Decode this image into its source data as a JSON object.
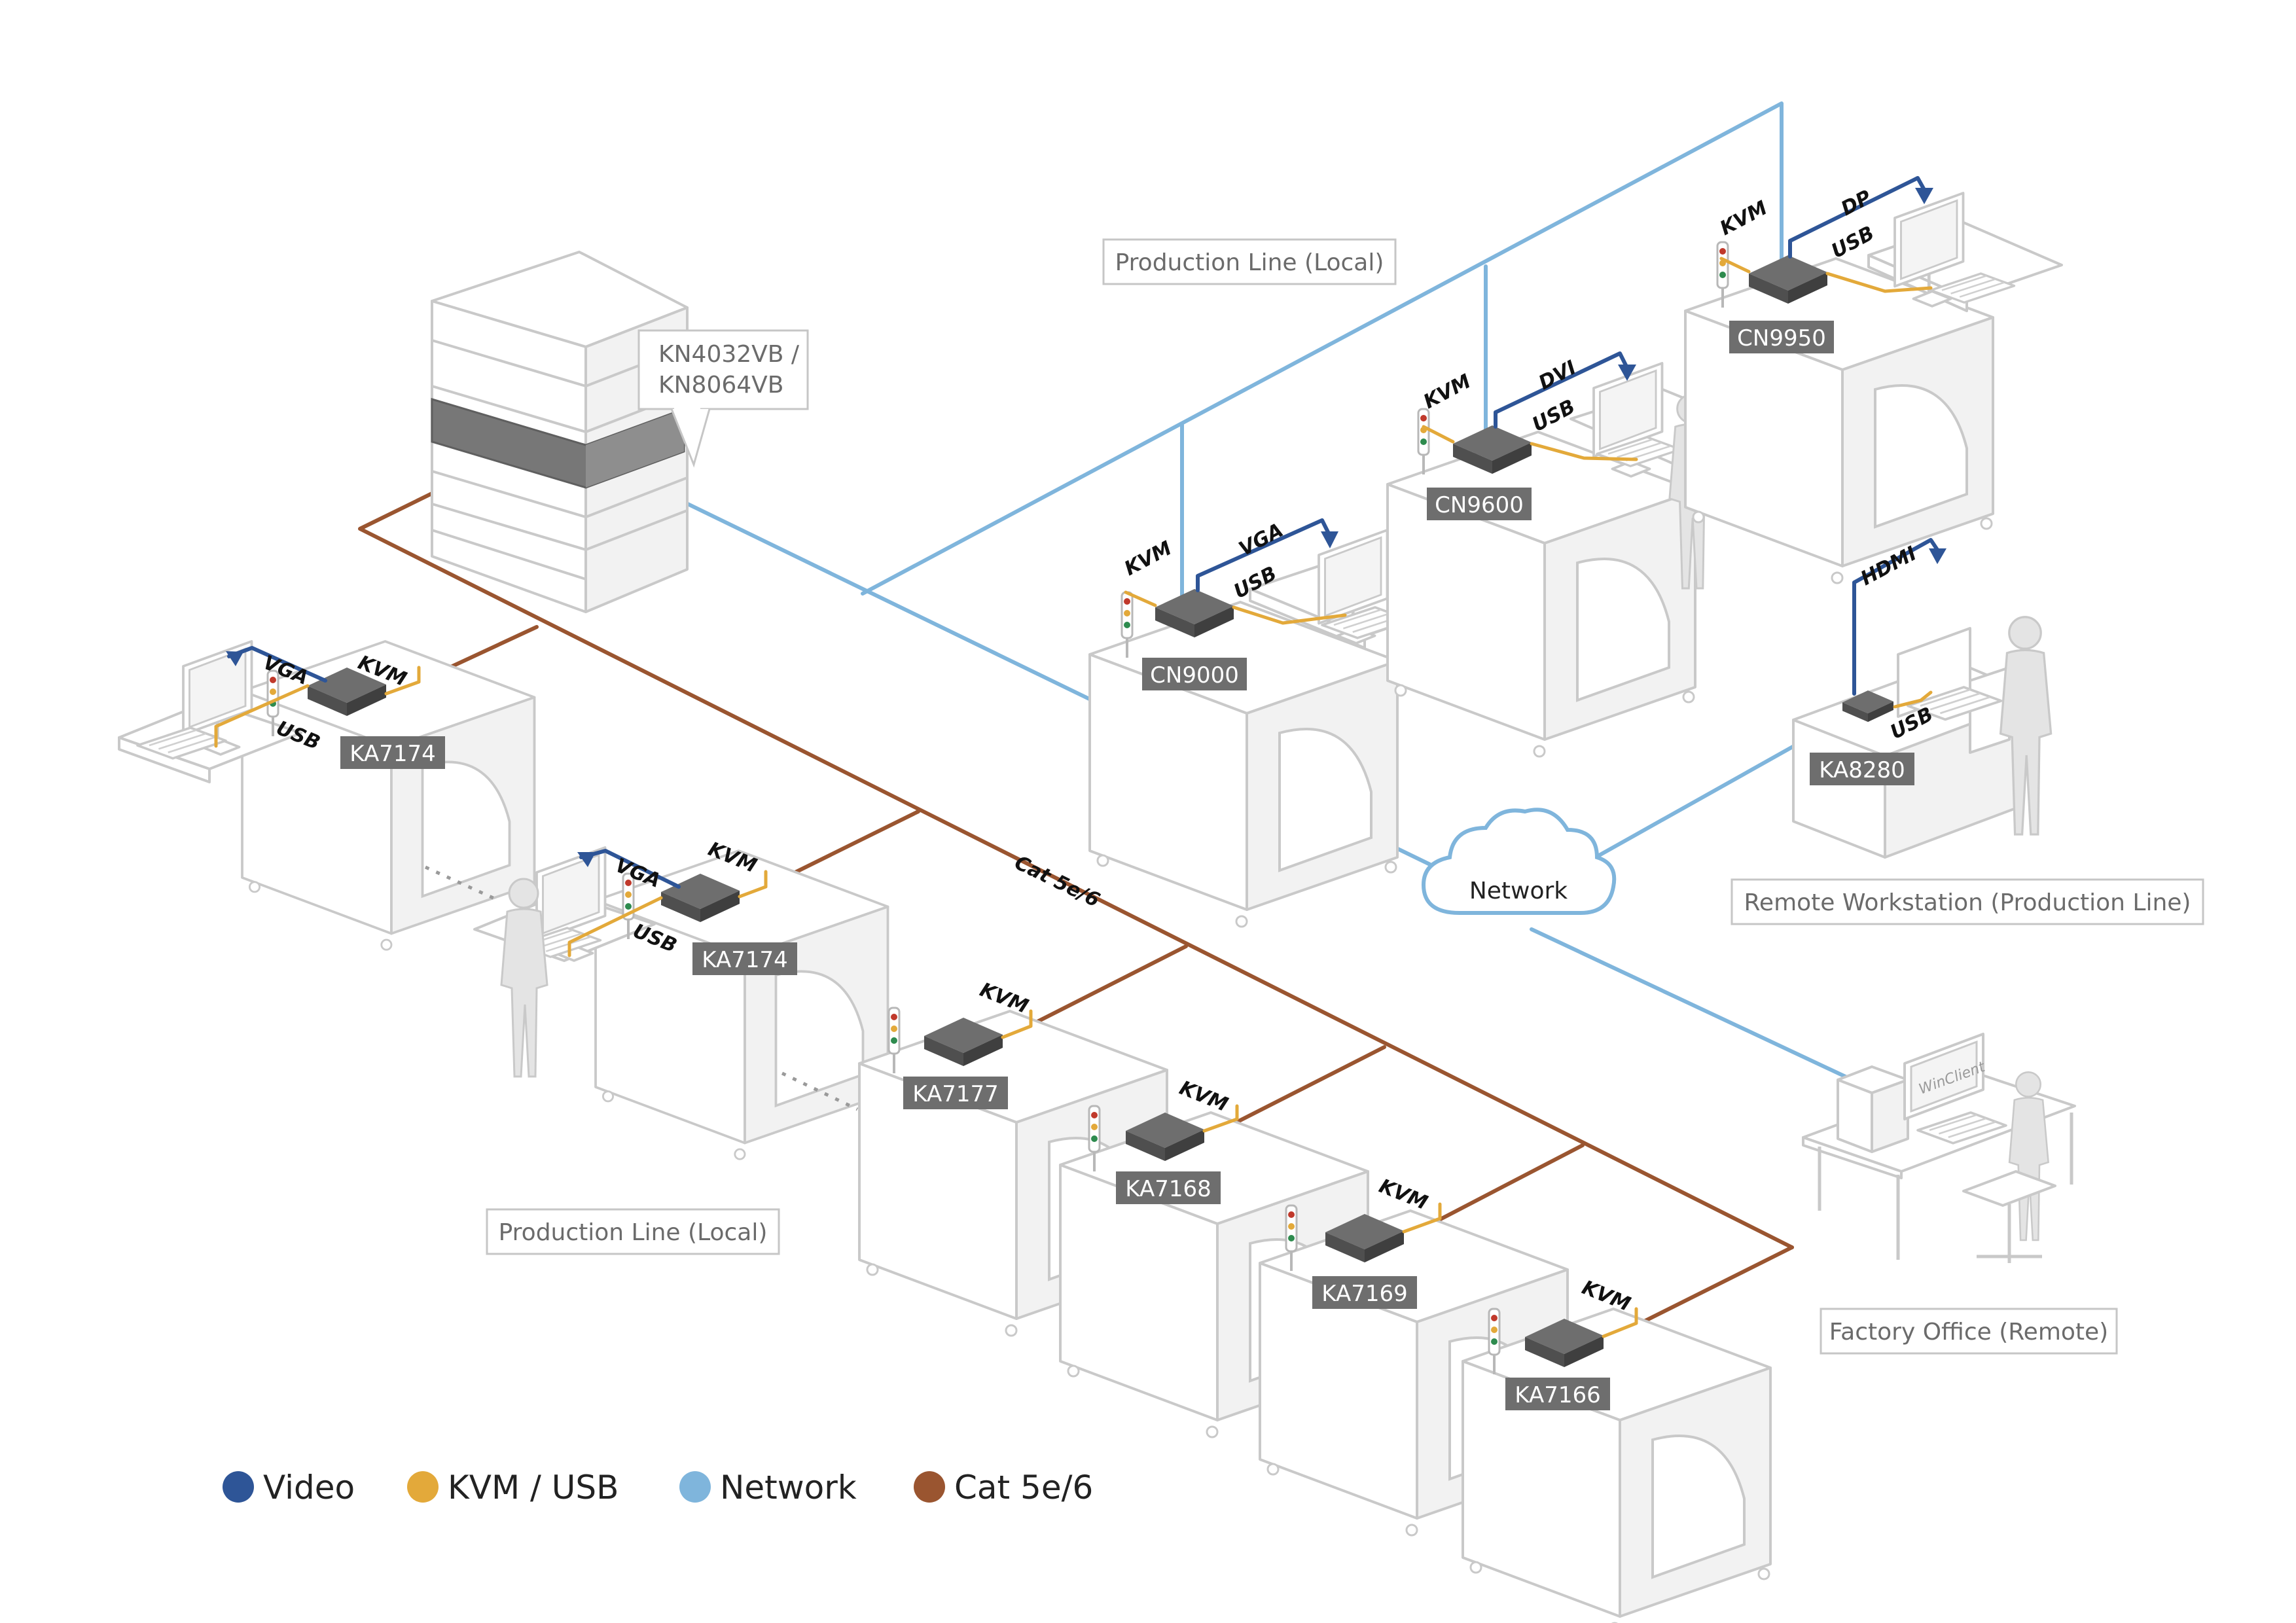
{
  "area_labels": {
    "production_line_top": "Production Line (Local)",
    "production_line_bottom": "Production Line (Local)",
    "remote_workstation": "Remote Workstation (Production Line)",
    "factory_office": "Factory Office (Remote)"
  },
  "rack_label_line1": "KN4032VB /",
  "rack_label_line2": "KN8064VB",
  "devices": {
    "ka7174_a": "KA7174",
    "ka7174_b": "KA7174",
    "ka7177": "KA7177",
    "ka7168": "KA7168",
    "ka7169": "KA7169",
    "ka7166": "KA7166",
    "cn9000": "CN9000",
    "cn9600": "CN9600",
    "cn9950": "CN9950",
    "ka8280": "KA8280"
  },
  "ports": {
    "kvm": "KVM",
    "usb": "USB",
    "vga": "VGA",
    "dvi": "DVI",
    "dp": "DP",
    "hdmi": "HDMI"
  },
  "cable_label": "Cat 5e/6",
  "network_label": "Network",
  "winclient_label": "WinClient",
  "legend": [
    {
      "label": "Video",
      "color": "#2e5597"
    },
    {
      "label": "KVM / USB",
      "color": "#e3a93a"
    },
    {
      "label": "Network",
      "color": "#7fb5dc"
    },
    {
      "label": "Cat 5e/6",
      "color": "#9a5530"
    }
  ],
  "colors": {
    "video": "#2e5597",
    "kvm_usb": "#e3a93a",
    "network": "#7fb5dc",
    "cat": "#9a5530",
    "device": "#6e6e6e"
  }
}
